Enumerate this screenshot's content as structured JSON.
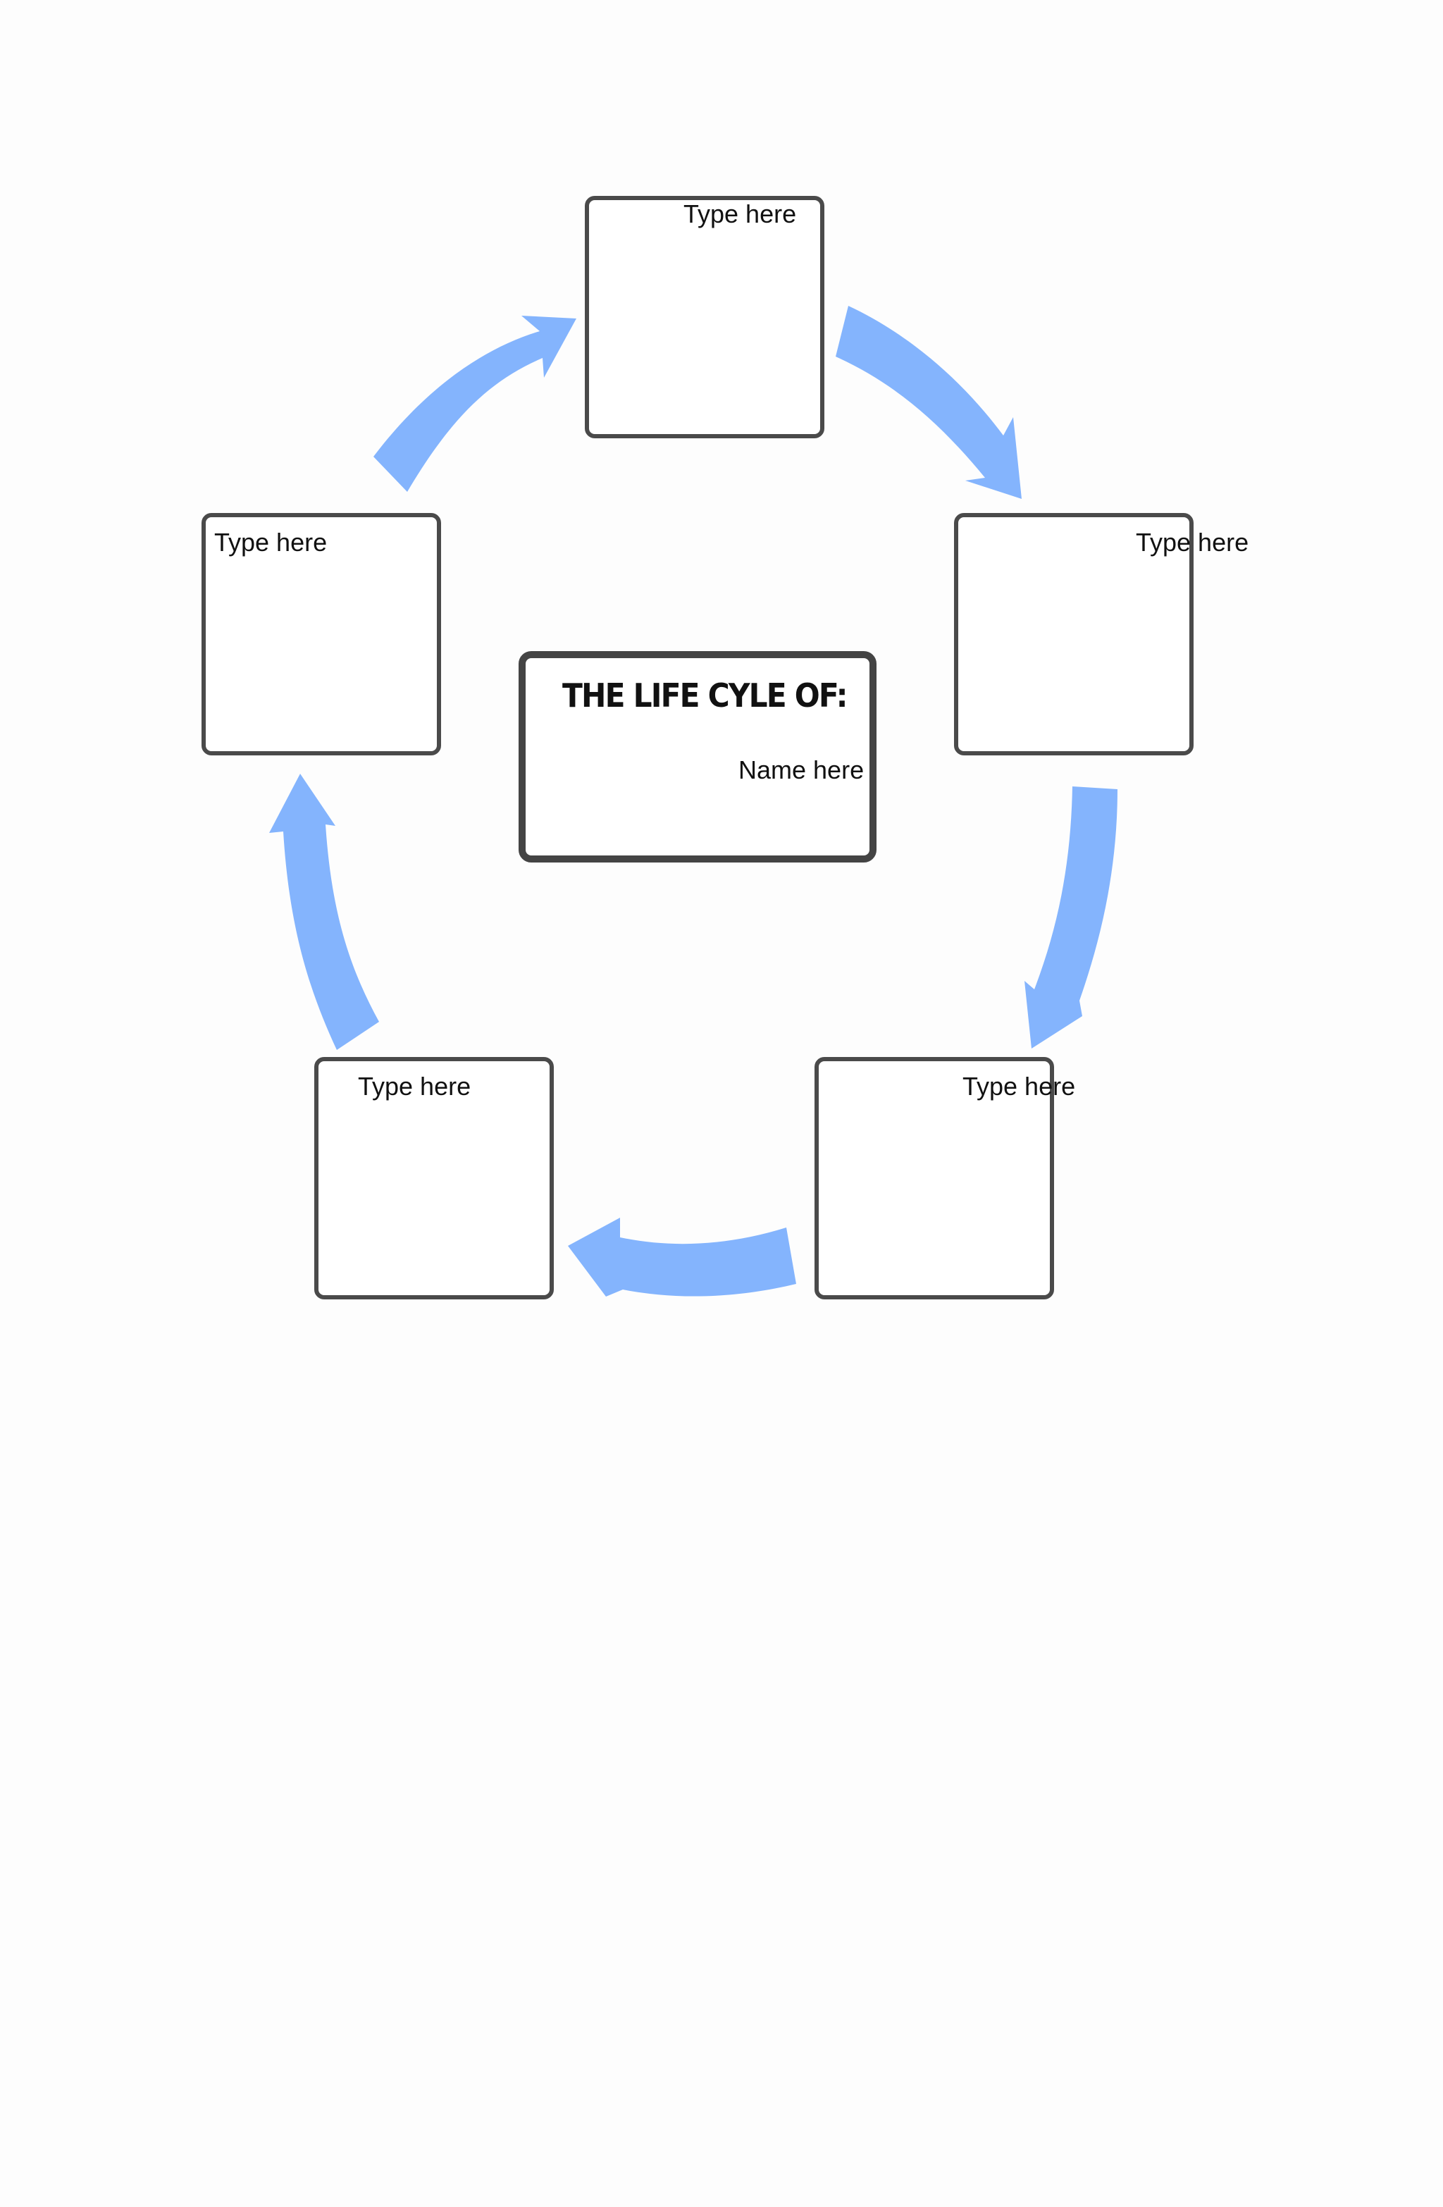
{
  "title_box": {
    "heading": "THE LIFE CYLE OF:",
    "name_placeholder": "Name here"
  },
  "stages": [
    {
      "id": "top",
      "label": "Type here"
    },
    {
      "id": "right",
      "label": "Type here"
    },
    {
      "id": "bottom-right",
      "label": "Type here"
    },
    {
      "id": "bottom-left",
      "label": "Type here"
    },
    {
      "id": "left",
      "label": "Type here"
    }
  ],
  "colors": {
    "arrow": "#84b4fd",
    "box_border": "#4a4a4a",
    "background": "#fdfdfd"
  },
  "arrows": {
    "count": 5,
    "direction": "clockwise",
    "icon": "curved-arrow-icon"
  }
}
